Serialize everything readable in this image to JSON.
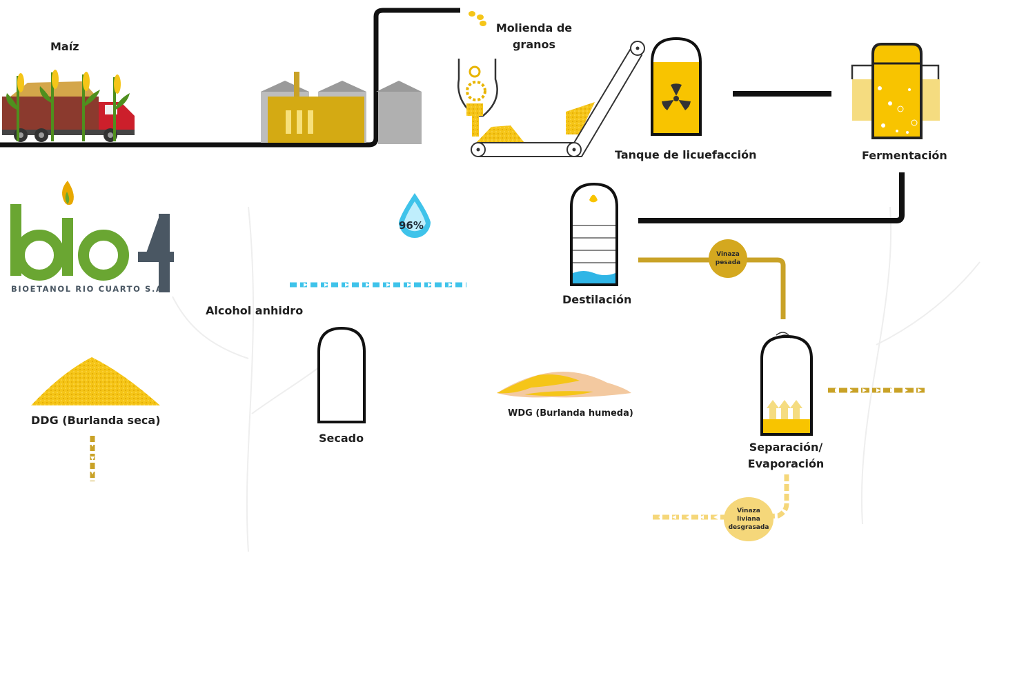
{
  "colors": {
    "pipe": "#111111",
    "corn": "#f5c518",
    "gold": "#c9a227",
    "blue": "#3fc3ea",
    "logo_green": "#6aa632",
    "logo_gray": "#4a5763"
  },
  "labels": {
    "maiz": "Maíz",
    "molienda": "Molienda de",
    "molienda2": "granos",
    "tanque": "Tanque de licuefacción",
    "fermentacion": "Fermentación",
    "destilacion": "Destilación",
    "alcohol": "Alcohol anhidro",
    "secado": "Secado",
    "wdg": "WDG (Burlanda humeda)",
    "ddg": "DDG (Burlanda seca)",
    "separacion": "Separación/",
    "separacion2": "Evaporación"
  },
  "badges": {
    "vinaza_pesada_1": "Vinaza",
    "vinaza_pesada_2": "pesada",
    "vinaza_liviana_1": "Vinaza",
    "vinaza_liviana_2": "liviana",
    "vinaza_liviana_3": "desgrasada"
  },
  "logo": {
    "name": "bio4",
    "subtitle": "BIOETANOL RIO CUARTO S.A."
  },
  "drop_percent": "96%",
  "icons": [
    "corn-truck-icon",
    "silo-plant-icon",
    "grinder-mill-icon",
    "conveyor-belt-icon",
    "liquefaction-tank-icon",
    "fermentation-tank-icon",
    "distillation-column-icon",
    "water-drop-icon",
    "dryer-tank-icon",
    "wet-grain-pile-icon",
    "dry-grain-pile-icon",
    "evaporator-tank-icon"
  ]
}
